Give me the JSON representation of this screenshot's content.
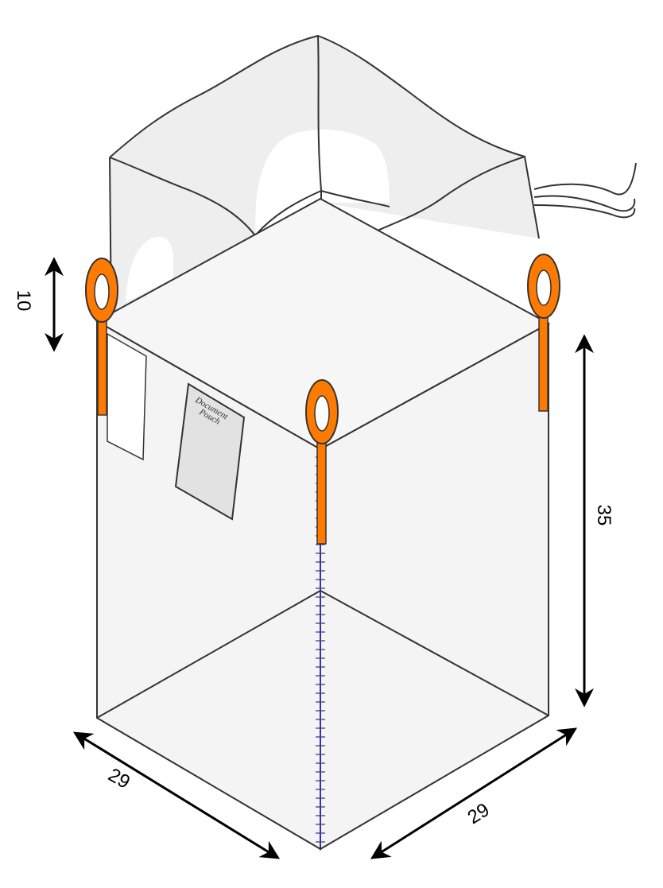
{
  "dimensions": {
    "loop_height": "10",
    "height": "35",
    "width_left": "29",
    "width_right": "29"
  },
  "document_pouch": {
    "line1": "Document",
    "line2": "Pouch"
  },
  "colors": {
    "loop": "#ff7a00",
    "outline": "#333333",
    "seam": "#3b3ba8",
    "panel": "#f4f4f4",
    "pouch": "#e2e2e2"
  }
}
